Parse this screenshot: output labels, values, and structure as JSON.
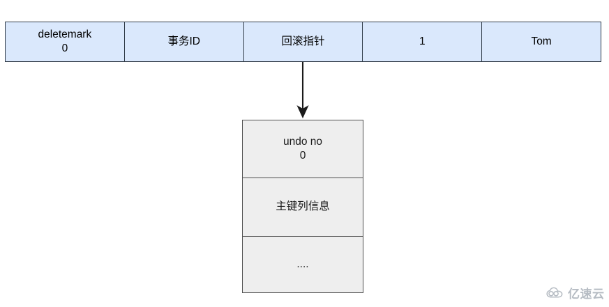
{
  "diagram": {
    "type": "record-to-undo-log-pointer-diagram",
    "record_row": {
      "name": "clustered-index-record",
      "cells": [
        {
          "label": "deletemark\n0",
          "fill": "#dae8fc"
        },
        {
          "label": "事务ID",
          "fill": "#dae8fc"
        },
        {
          "label": "回滚指针",
          "fill": "#dae8fc"
        },
        {
          "label": "1",
          "fill": "#dae8fc"
        },
        {
          "label": "Tom",
          "fill": "#dae8fc"
        }
      ]
    },
    "connector": {
      "name": "rollback-pointer-arrow",
      "from": "回滚指针",
      "to": "undo no 0",
      "style": "solid-down-arrow",
      "color": "#1a1a1a"
    },
    "undo_box": {
      "name": "undo-log-record",
      "fill": "#eeeeee",
      "border": "#4d4d4d",
      "segments": [
        {
          "label": "undo no\n0"
        },
        {
          "label": "主键列信息"
        },
        {
          "label": "...."
        }
      ]
    },
    "watermark": {
      "text": "亿速云",
      "color": "#9aa3ad"
    }
  }
}
